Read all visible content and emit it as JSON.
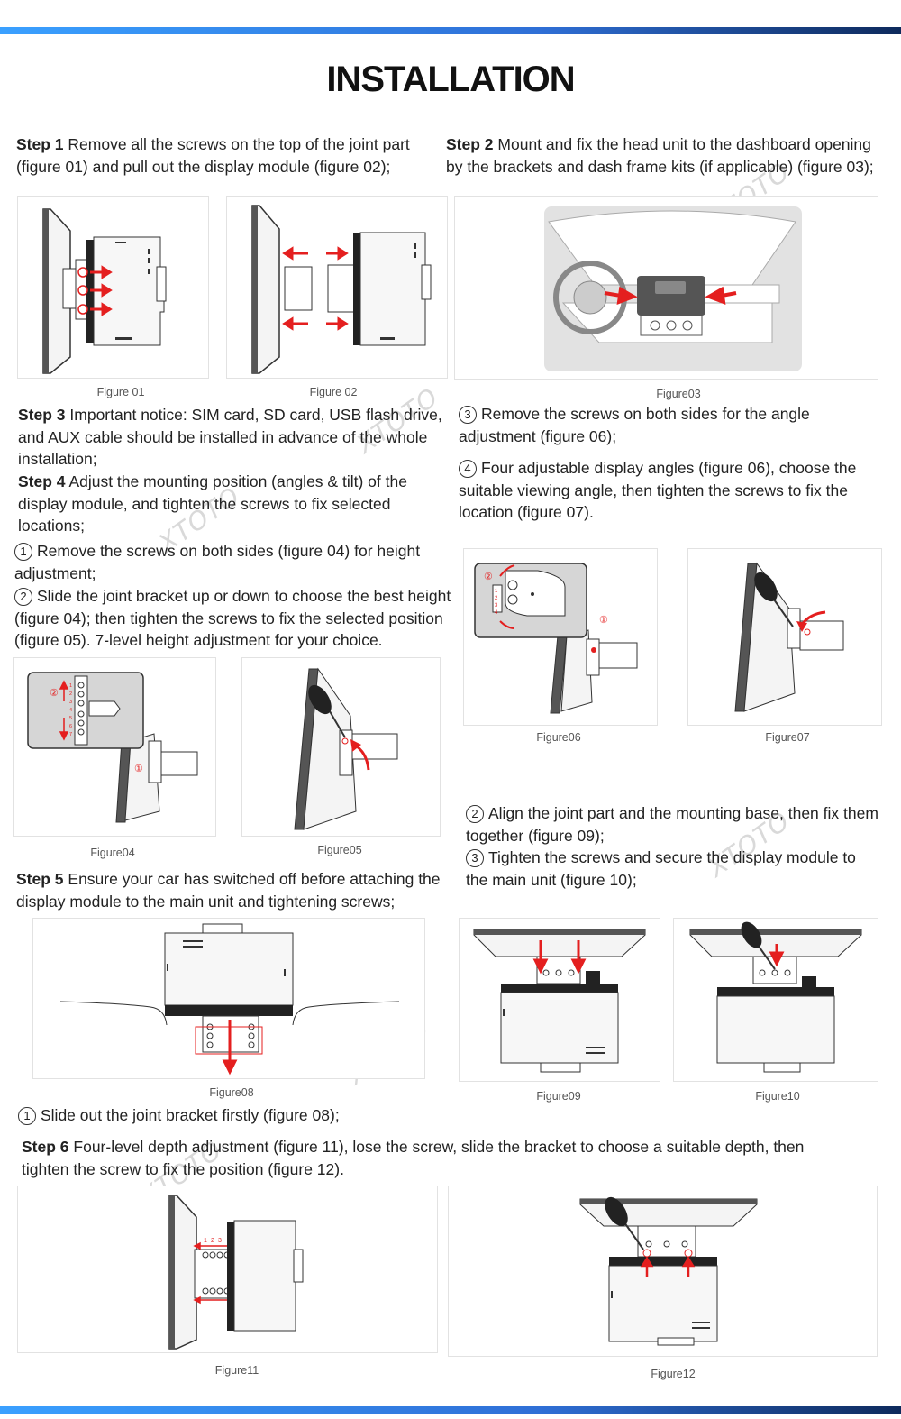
{
  "title": "INSTALLATION",
  "watermark": "XTOTO",
  "colors": {
    "accent_bar": "#2f6fd6",
    "arrow_red": "#e41f1f"
  },
  "step1": {
    "label": "Step 1",
    "text": "Remove all the screws on the top of the joint part (figure 01) and pull out the display module (figure 02);"
  },
  "step2": {
    "label": "Step 2",
    "text": "Mount and fix the head unit to the dashboard opening by the brackets and dash frame kits (if applicable) (figure 03);"
  },
  "step3": {
    "label": "Step 3",
    "text": "Important notice: SIM card, SD card, USB flash drive, and AUX cable should be installed in advance of the whole installation;"
  },
  "step4": {
    "label": "Step 4",
    "text": "Adjust the mounting position (angles & tilt) of the display module, and tighten the screws to fix selected locations;"
  },
  "step4_sub1": {
    "num": "1",
    "text": "Remove the screws on both sides (figure 04) for height adjustment;"
  },
  "step4_sub2": {
    "num": "2",
    "text": "Slide the joint bracket up or down to choose the best height (figure 04); then tighten the screws to fix the selected position (figure 05). 7-level height adjustment for your choice."
  },
  "step4_sub3": {
    "num": "3",
    "text": "Remove the screws on both sides for the angle adjustment (figure 06);"
  },
  "step4_sub4": {
    "num": "4",
    "text": "Four adjustable display angles (figure 06), choose the suitable viewing angle, then tighten the screws to fix the location (figure 07)."
  },
  "step5": {
    "label": "Step 5",
    "text": "Ensure your car has switched off before attaching the display module to the main unit and tightening screws;"
  },
  "step5_sub1": {
    "num": "1",
    "text": "Slide out the joint bracket firstly (figure 08);"
  },
  "step5_sub2": {
    "num": "2",
    "text": "Align the joint part and the mounting base, then fix them together (figure 09);"
  },
  "step5_sub3": {
    "num": "3",
    "text": "Tighten the screws and secure the display module to the main unit (figure 10);"
  },
  "step6": {
    "label": "Step 6",
    "text": "Four-level depth adjustment (figure 11), lose the screw, slide the bracket to choose a suitable depth, then tighten the screw to fix the position (figure 12)."
  },
  "figures": {
    "fig01": "Figure 01",
    "fig02": "Figure 02",
    "fig03": "Figure03",
    "fig04": "Figure04",
    "fig05": "Figure05",
    "fig06": "Figure06",
    "fig07": "Figure07",
    "fig08": "Figure08",
    "fig09": "Figure09",
    "fig10": "Figure10",
    "fig11": "Figure11",
    "fig12": "Figure12"
  },
  "fig_labels": {
    "c1": "①",
    "c2": "②",
    "levels7": [
      "1",
      "2",
      "3",
      "4",
      "5",
      "6",
      "7"
    ],
    "levels4": [
      "1",
      "2",
      "3",
      "4"
    ],
    "depth": [
      "1",
      "2",
      "3"
    ]
  }
}
